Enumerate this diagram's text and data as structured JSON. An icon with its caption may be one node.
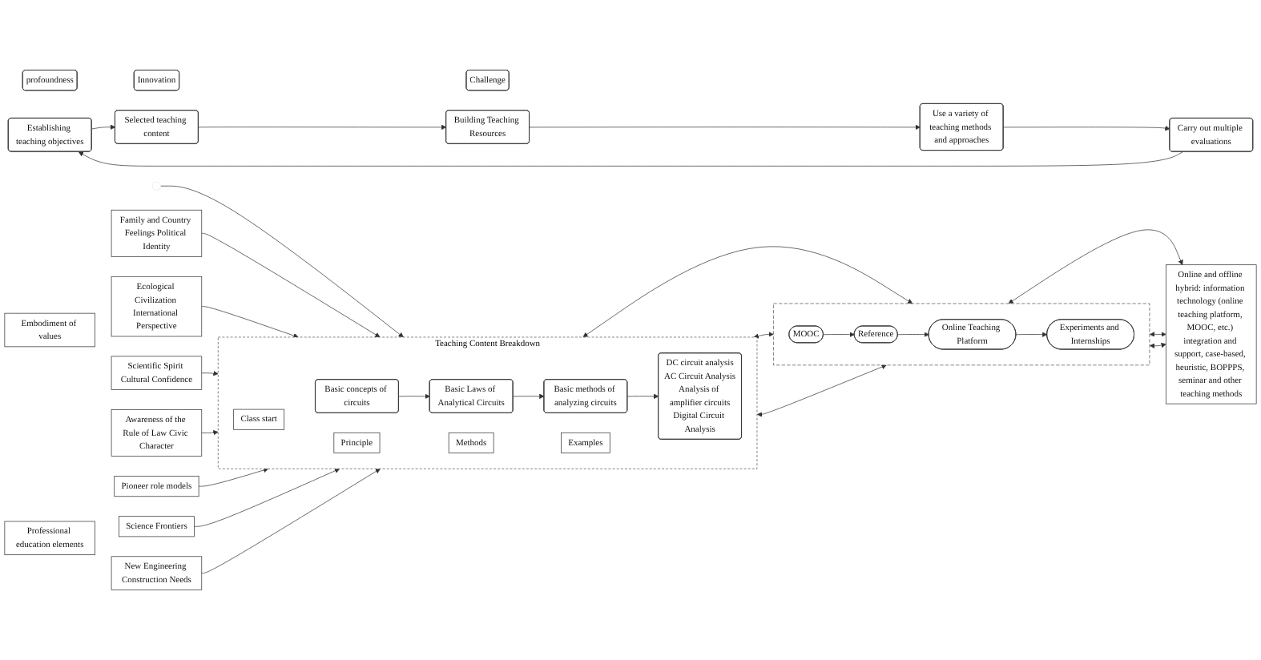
{
  "diagram": {
    "nodes": [
      {
        "text": [
          "profoundness"
        ]
      },
      {
        "text": [
          "Innovation"
        ]
      },
      {
        "text": [
          "Challenge"
        ]
      },
      {
        "text": [
          "Establishing teaching objectives"
        ]
      },
      {
        "text": [
          "Selected teaching content"
        ]
      },
      {
        "text": [
          "Building Teaching Resources"
        ]
      },
      {
        "text": [
          "Use a variety of teaching methods and approaches"
        ]
      },
      {
        "text": [
          "Carry out multiple evaluations"
        ]
      },
      {
        "text": [
          "Embodiment of values"
        ]
      },
      {
        "text": [
          "Family and Country Feelings Political Identity"
        ]
      },
      {
        "text": [
          "Ecological Civilization International Perspective"
        ]
      },
      {
        "text": [
          "Scientific Spirit Cultural Confidence"
        ]
      },
      {
        "text": [
          "Awareness of the Rule of Law Civic Character"
        ]
      },
      {
        "text": [
          "Professional education elements"
        ]
      },
      {
        "text": [
          "Pioneer role models"
        ]
      },
      {
        "text": [
          "Science Frontiers"
        ]
      },
      {
        "text": [
          "New Engineering Construction Needs"
        ]
      },
      {
        "text": [
          "Teaching Content Breakdown"
        ]
      },
      {
        "text": [
          "Class start"
        ],
        "in": 17
      },
      {
        "text": [
          "Basic concepts of circuits"
        ],
        "in": 17
      },
      {
        "text": [
          "Principle"
        ],
        "in": 17
      },
      {
        "text": [
          "Basic Laws of Analytical Circuits"
        ],
        "in": 17
      },
      {
        "text": [
          "Methods"
        ],
        "in": 17
      },
      {
        "text": [
          "Basic methods of analyzing circuits"
        ],
        "in": 17
      },
      {
        "text": [
          "Examples"
        ],
        "in": 17
      },
      {
        "text": [
          "DC circuit analysis",
          "AC Circuit Analysis",
          "Analysis of amplifier circuits",
          "Digital Circuit Analysis"
        ],
        "in": 17
      },
      {
        "text": [],
        "shape": "box"
      },
      {
        "text": [
          "MOOC"
        ],
        "in": 26
      },
      {
        "text": [
          "Reference"
        ],
        "in": 26
      },
      {
        "text": [
          "Online Teaching Platform"
        ],
        "in": 26
      },
      {
        "text": [
          "Experiments and Internships"
        ],
        "in": 26
      },
      {
        "text": [
          "Online and offline hybrid: information technology (online teaching platform, MOOC, etc.) integration and support, case-based, heuristic, BOPPPS, seminar and other teaching methods"
        ]
      }
    ],
    "edges": [
      {
        "from": 3,
        "to": 4,
        "arrow": "to"
      },
      {
        "from": 4,
        "to": 5,
        "arrow": "to"
      },
      {
        "from": 5,
        "to": 6,
        "arrow": "to"
      },
      {
        "from": 6,
        "to": 7,
        "arrow": "to"
      },
      {
        "from": 7,
        "to": 3,
        "arrow": "to"
      },
      {
        "from": 9,
        "to": 17,
        "arrow": "to"
      },
      {
        "from": 10,
        "to": 17,
        "arrow": "to"
      },
      {
        "from": 11,
        "to": 17,
        "arrow": "to"
      },
      {
        "from": 12,
        "to": 17,
        "arrow": "to"
      },
      {
        "from": 14,
        "to": 17,
        "arrow": "to"
      },
      {
        "from": 15,
        "to": 17,
        "arrow": "to"
      },
      {
        "from": 16,
        "to": 17,
        "arrow": "to"
      },
      {
        "from": null,
        "to": 17,
        "arrow": "to"
      },
      {
        "from": 19,
        "to": 21,
        "arrow": "to"
      },
      {
        "from": 21,
        "to": 23,
        "arrow": "to"
      },
      {
        "from": 23,
        "to": 25,
        "arrow": "to"
      },
      {
        "from": 27,
        "to": 28,
        "arrow": "to"
      },
      {
        "from": 28,
        "to": 29,
        "arrow": "to"
      },
      {
        "from": 29,
        "to": 30,
        "arrow": "to"
      },
      {
        "from": 17,
        "to": 26,
        "arrow": "both"
      },
      {
        "from": 17,
        "to": 26,
        "arrow": "both"
      },
      {
        "from": 17,
        "to": 26,
        "arrow": "both"
      },
      {
        "from": 26,
        "to": 31,
        "arrow": "both"
      },
      {
        "from": 26,
        "to": 31,
        "arrow": "both"
      },
      {
        "from": 26,
        "to": 31,
        "arrow": "both"
      }
    ]
  }
}
